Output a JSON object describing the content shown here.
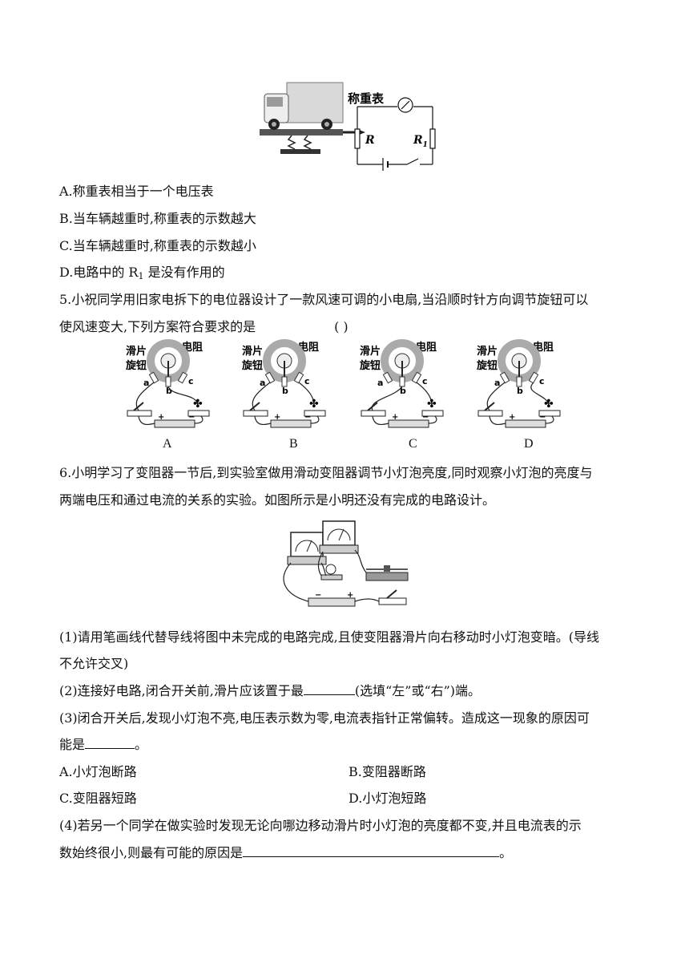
{
  "figure1": {
    "meter_label": "称重表",
    "resistor_r": "R",
    "resistor_r1": "R",
    "resistor_r1_sub": "1"
  },
  "q4_options": [
    "A.称重表相当于一个电压表",
    "B.当车辆越重时,称重表的示数越大",
    "C.当车辆越重时,称重表的示数越小",
    "D.电路中的 R"
  ],
  "q4_option_d_sub": "1",
  "q4_option_d_tail": "是没有作用的",
  "q5": {
    "line1": "5.小祝同学用旧家电拆下的电位器设计了一款风速可调的小电扇,当沿顺时针方向调节旋钮可以",
    "line2": "使风速变大,下列方案符合要求的是",
    "bracket": "(        )",
    "diagram_labels": {
      "slider": "滑片",
      "knob": "旋钮",
      "resistor": "电阻",
      "a": "a",
      "b": "b",
      "c": "c"
    },
    "captions": [
      "A",
      "B",
      "C",
      "D"
    ]
  },
  "q6": {
    "line1": "6.小明学习了变阻器一节后,到实验室做用滑动变阻器调节小灯泡亮度,同时观察小灯泡的亮度与",
    "line2": "两端电压和通过电流的关系的实验。如图所示是小明还没有完成的电路设计。",
    "p1_line1": "(1)请用笔画线代替导线将图中未完成的电路完成,且使变阻器滑片向右移动时小灯泡变暗。(导线",
    "p1_line2": "不允许交叉)",
    "p2_pre": "(2)连接好电路,闭合开关前,滑片应该置于最",
    "p2_post": "(选填“左”或“右”)端。",
    "p3_line1": "(3)闭合开关后,发现小灯泡不亮,电压表示数为零,电流表指针正常偏转。造成这一现象的原因可",
    "p3_pre": "能是",
    "p3_post": "。",
    "options": [
      "A.小灯泡断路",
      "B.变阻器断路",
      "C.变阻器短路",
      "D.小灯泡短路"
    ],
    "p4_line1": "(4)若另一个同学在做实验时发现无论向哪边移动滑片时小灯泡的亮度都不变,并且电流表的示",
    "p4_pre": "数始终很小,则最有可能的原因是",
    "p4_post": "。"
  }
}
